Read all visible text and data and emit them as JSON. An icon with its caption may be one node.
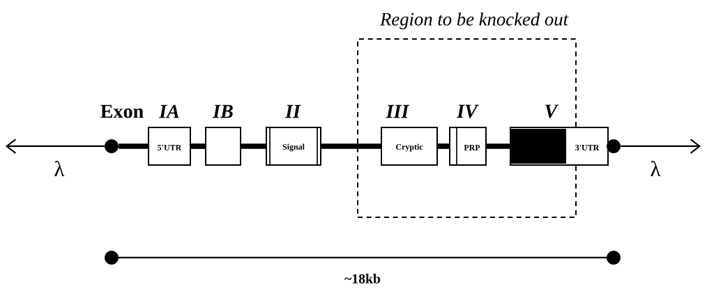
{
  "diagram": {
    "nodes": [
      {
        "text": [],
        "shape": "circle"
      },
      {
        "text": [
          "5'UTR"
        ]
      },
      {
        "text": [],
        "shape": "box"
      },
      {
        "text": [
          "Signal"
        ]
      },
      {
        "text": [
          "Region to be knocked out"
        ]
      },
      {
        "text": [
          "Cryptic"
        ],
        "in": 4
      },
      {
        "text": [
          "PRP"
        ],
        "in": 4
      },
      {
        "text": [
          "3'UTR"
        ]
      },
      {
        "text": [],
        "shape": "circle"
      }
    ],
    "edges": [
      {
        "from": 0,
        "to": null,
        "arrow": "to",
        "label": "λ"
      },
      {
        "from": 0,
        "to": 1,
        "arrow": "none"
      },
      {
        "from": 1,
        "to": 2,
        "arrow": "none"
      },
      {
        "from": 2,
        "to": 3,
        "arrow": "none"
      },
      {
        "from": 3,
        "to": 5,
        "arrow": "none"
      },
      {
        "from": 5,
        "to": 6,
        "arrow": "none"
      },
      {
        "from": 6,
        "to": 7,
        "arrow": "none"
      },
      {
        "from": 8,
        "to": null,
        "arrow": "to",
        "label": "λ"
      }
    ],
    "labels": [
      "Exon",
      "IA",
      "IB",
      "II",
      "III",
      "IV",
      "V",
      "~18kb"
    ]
  }
}
